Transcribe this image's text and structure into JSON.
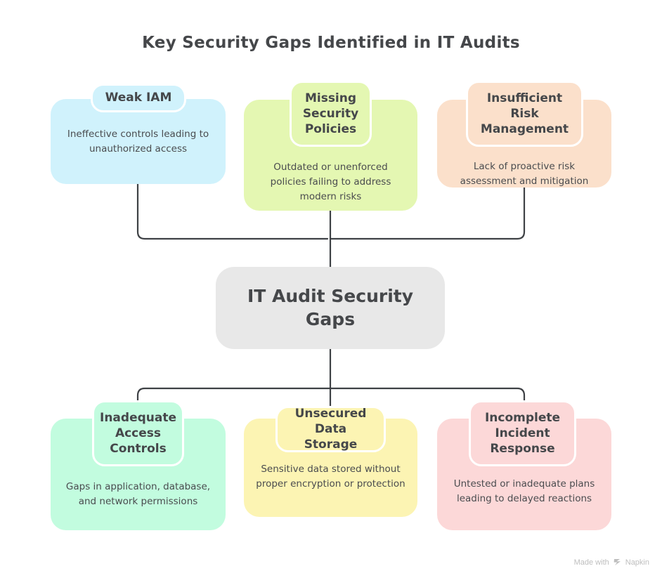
{
  "title": "Key Security Gaps Identified in IT Audits",
  "center": {
    "label": "IT Audit Security Gaps",
    "color": "#E8E8E8"
  },
  "top_nodes": [
    {
      "heading": "Weak IAM",
      "body": "Ineffective controls leading to unauthorized access",
      "color": "#D0F2FC"
    },
    {
      "heading": "Missing Security Policies",
      "body": "Outdated or unenforced policies failing to address modern risks",
      "color": "#E4F7B2"
    },
    {
      "heading": "Insufficient Risk Management",
      "body": "Lack of proactive risk assessment and mitigation",
      "color": "#FBE0CB"
    }
  ],
  "bottom_nodes": [
    {
      "heading": "Inadequate Access Controls",
      "body": "Gaps in application, database, and network permissions",
      "color": "#C2FCDF"
    },
    {
      "heading": "Unsecured Data Storage",
      "body": "Sensitive data stored without proper encryption or protection",
      "color": "#FCF4B3"
    },
    {
      "heading": "Incomplete Incident Response",
      "body": "Untested or inadequate plans leading to delayed reactions",
      "color": "#FCD8D8"
    }
  ],
  "watermark": {
    "prefix": "Made with",
    "brand": "Napkin",
    "logo": "napkin-logo-icon"
  },
  "colors": {
    "text_dark": "#45474A",
    "text_body": "#4A4C4F",
    "connector": "#3E4145",
    "background": "#FFFFFF",
    "pill_outline": "#FFFFFF"
  }
}
